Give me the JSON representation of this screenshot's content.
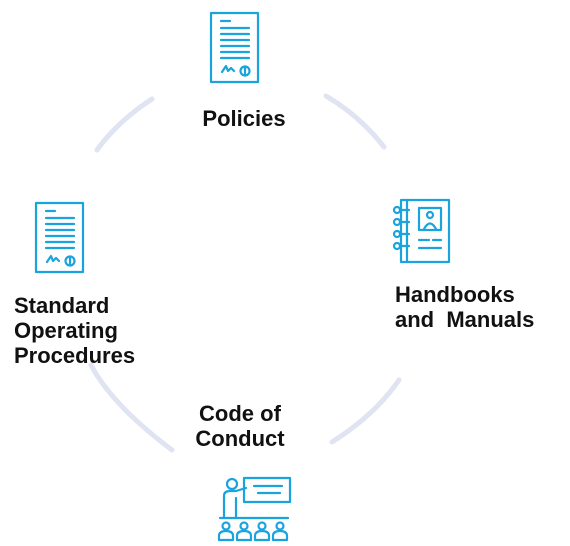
{
  "colors": {
    "icon_stroke": "#1aa3dd",
    "ring": "#dfe3f2",
    "text": "#111111"
  },
  "nodes": {
    "policies": {
      "lines": [
        "Policies"
      ],
      "icon": "policy-document-icon"
    },
    "handbooks": {
      "lines": [
        "Handbooks",
        "and  Manuals"
      ],
      "icon": "handbook-icon"
    },
    "code": {
      "lines": [
        "Code of",
        "Conduct"
      ],
      "icon": "presentation-training-icon"
    },
    "sop": {
      "lines": [
        "Standard",
        "Operating",
        "Procedures"
      ],
      "icon": "sop-document-icon"
    }
  }
}
